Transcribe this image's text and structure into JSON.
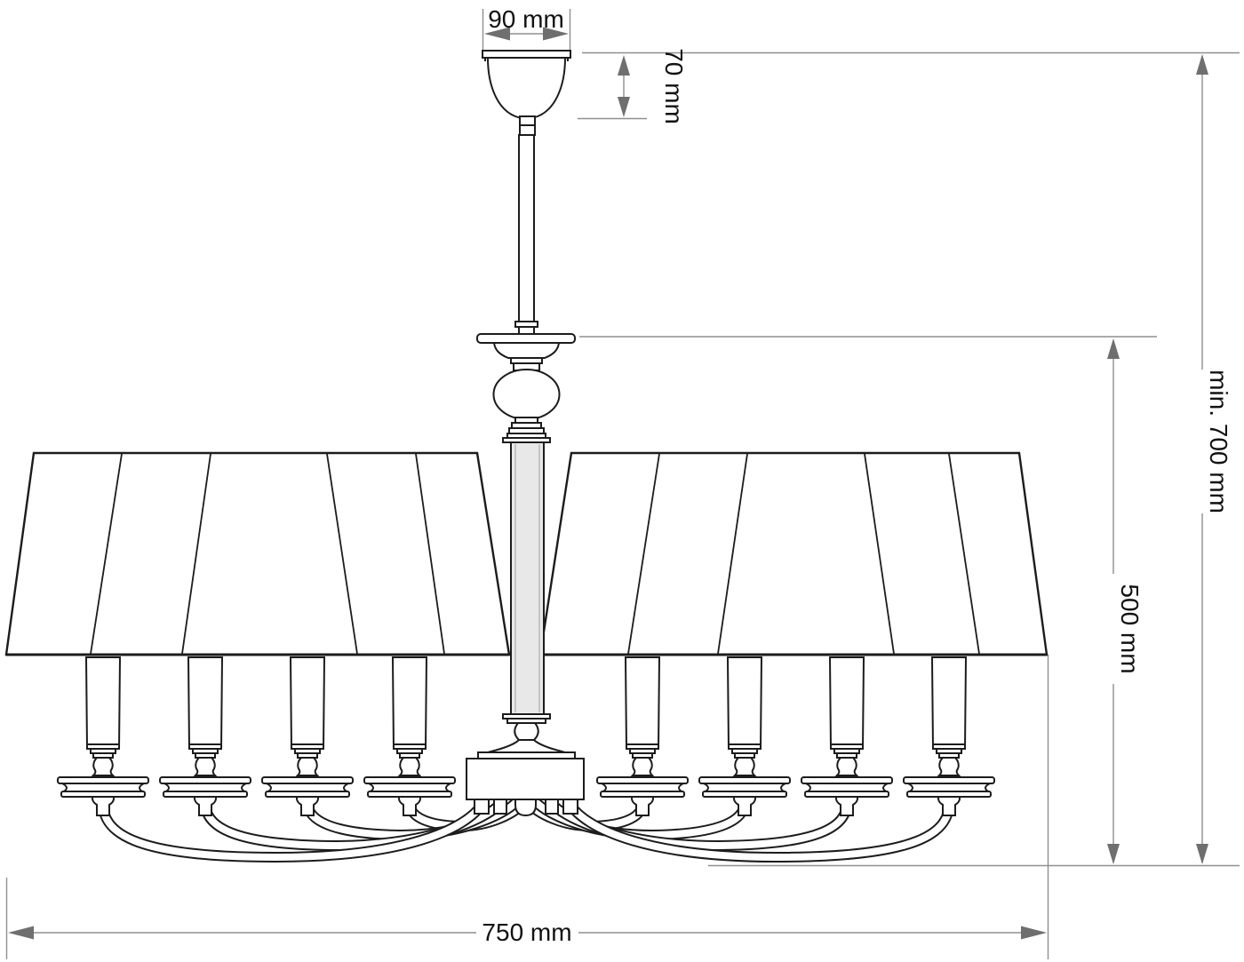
{
  "page": {
    "background": "#ffffff"
  },
  "drawing": {
    "type": "technical-line-drawing",
    "subject": "Eight-arm chandelier with tapered panel shade, front elevation with dimensions",
    "colors": {
      "line": "#1c1c1c",
      "dimension_line": "#8f8f8f",
      "dimension_arrow": "#6f6f6f",
      "column_fill": "#e8e8e8",
      "label_text": "#111111",
      "background": "#ffffff"
    },
    "labels": {
      "canopy_width": "90 mm",
      "canopy_height": "70 mm",
      "min_hanging_height": "min. 700 mm",
      "body_height": "500 mm",
      "shade_diameter": "750 mm"
    },
    "structure": {
      "arms": 8,
      "candle_sleeves": 8,
      "bobeches": 8,
      "shade_panels_visible": 10
    }
  }
}
